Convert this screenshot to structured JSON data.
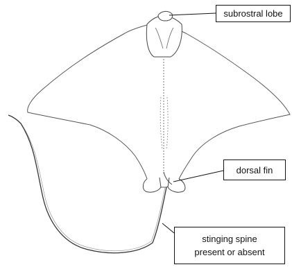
{
  "labels": {
    "subrostral_lobe": "subrostral lobe",
    "dorsal_fin": "dorsal fin",
    "stinging_spine_line1": "stinging spine",
    "stinging_spine_line2": "present or absent"
  },
  "colors": {
    "outline": "#444444",
    "leader": "#111111",
    "background": "#ffffff"
  }
}
